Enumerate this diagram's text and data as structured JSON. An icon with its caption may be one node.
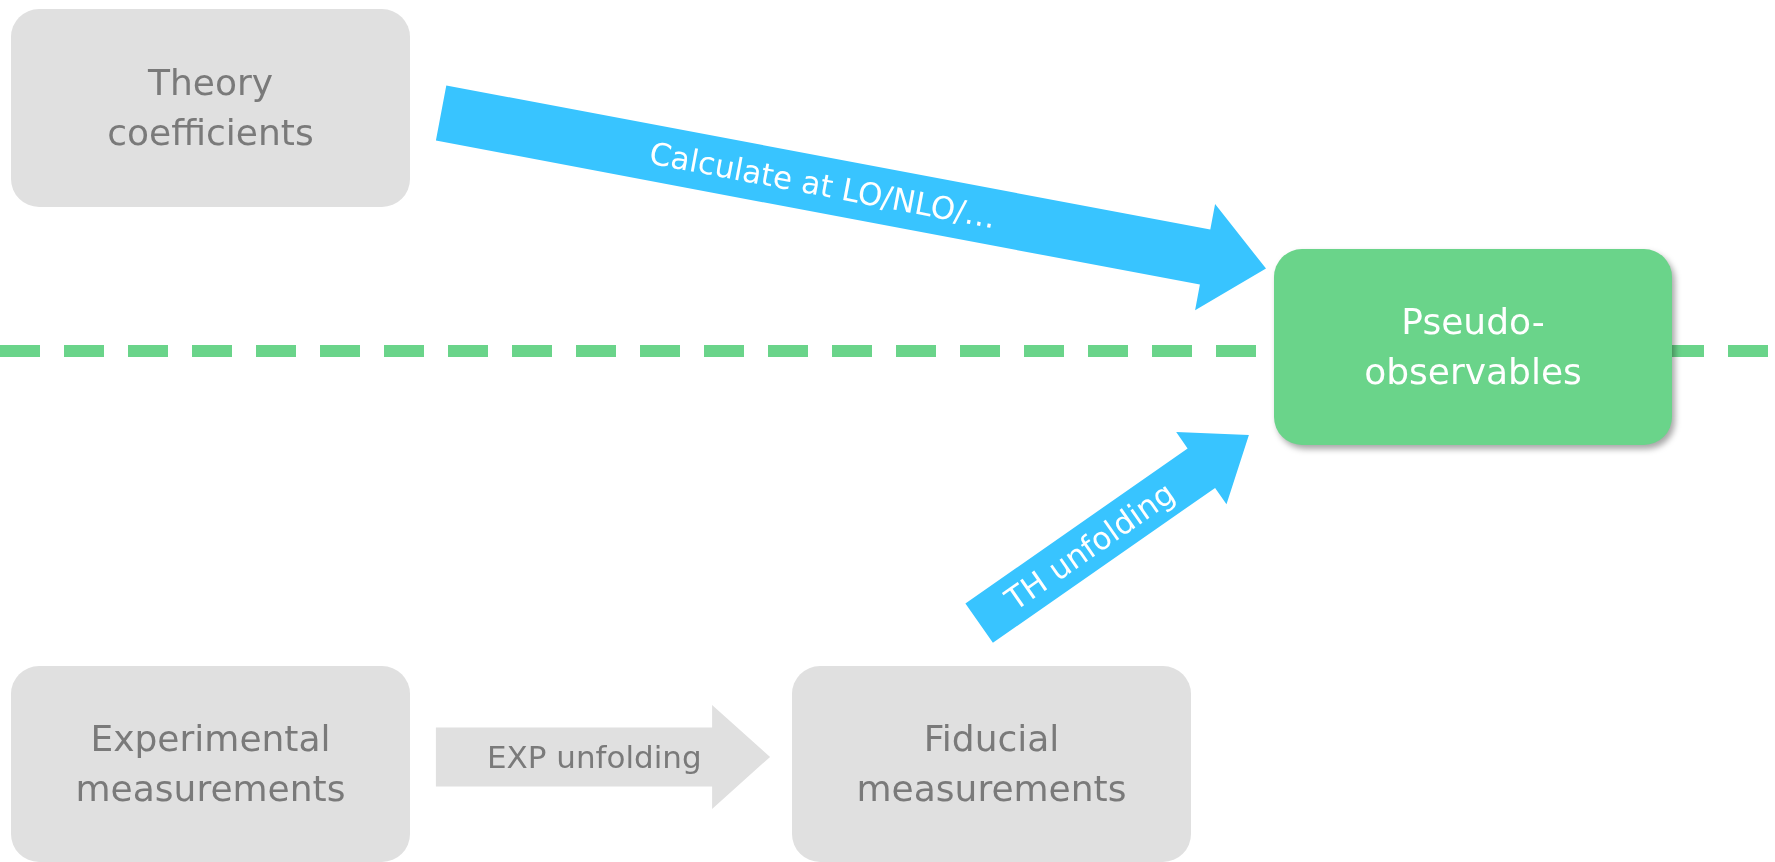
{
  "diagram": {
    "nodes": [
      {
        "text": [
          "Theory coefficients"
        ]
      },
      {
        "text": [
          "Experimental measurements"
        ]
      },
      {
        "text": [
          "Fiducial measurements"
        ]
      },
      {
        "text": [
          "Pseudo-observables"
        ]
      }
    ],
    "edges": [
      {
        "from": 0,
        "to": 3,
        "arrow": "to",
        "label": "Calculate at LO/NLO/…",
        "style": "thick",
        "color": "#38c4ff"
      },
      {
        "from": 1,
        "to": 2,
        "arrow": "to",
        "label": "EXP unfolding",
        "style": "thick",
        "color": "#e0e0e0"
      },
      {
        "from": 2,
        "to": 3,
        "arrow": "to",
        "label": "TH unfolding",
        "style": "thick",
        "color": "#38c4ff"
      }
    ]
  }
}
